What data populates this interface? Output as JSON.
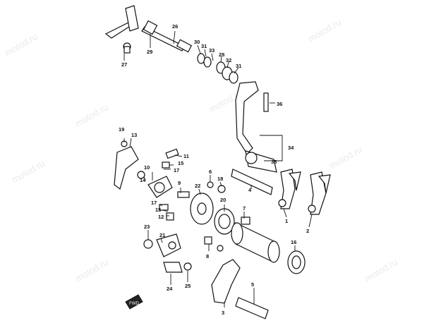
{
  "watermark": "motod.ru",
  "callouts": [
    {
      "label": "26"
    },
    {
      "label": "29"
    },
    {
      "label": "27"
    },
    {
      "label": "30"
    },
    {
      "label": "31"
    },
    {
      "label": "33"
    },
    {
      "label": "28"
    },
    {
      "label": "32"
    },
    {
      "label": "31"
    },
    {
      "label": "36"
    },
    {
      "label": "34"
    },
    {
      "label": "35"
    },
    {
      "label": "19"
    },
    {
      "label": "13"
    },
    {
      "label": "11"
    },
    {
      "label": "15"
    },
    {
      "label": "17"
    },
    {
      "label": "10"
    },
    {
      "label": "14"
    },
    {
      "label": "9"
    },
    {
      "label": "6"
    },
    {
      "label": "18"
    },
    {
      "label": "4"
    },
    {
      "label": "22"
    },
    {
      "label": "17"
    },
    {
      "label": "15"
    },
    {
      "label": "12"
    },
    {
      "label": "20"
    },
    {
      "label": "7"
    },
    {
      "label": "1"
    },
    {
      "label": "2"
    },
    {
      "label": "23"
    },
    {
      "label": "21"
    },
    {
      "label": "8"
    },
    {
      "label": "16"
    },
    {
      "label": "3"
    },
    {
      "label": "5"
    },
    {
      "label": "24"
    },
    {
      "label": "25"
    }
  ],
  "front_marker": "FWD"
}
